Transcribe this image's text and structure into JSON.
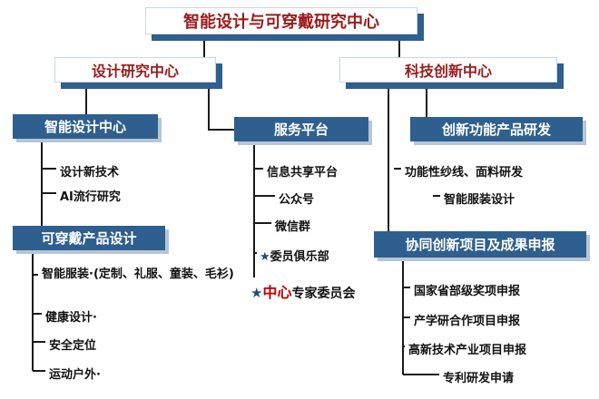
{
  "title": "智能设计与可穿戴研究中心",
  "colors": {
    "blue": "#2e5f8e",
    "dark_red": "#9a1c1c",
    "highlight_red": "#c00000",
    "line": "#1a1a1a"
  },
  "left_branch": {
    "title": "设计研究中心",
    "groups": [
      {
        "title": "智能设计中心",
        "items": [
          "设计新技术",
          "AI流行研究"
        ]
      },
      {
        "title": "可穿戴产品设计",
        "items": [
          "智能服装·(定制、礼服、童装、毛衫)",
          "健康设计·",
          "安全定位",
          "运动户外·"
        ]
      }
    ]
  },
  "middle_branch": {
    "title": "服务平台",
    "items": [
      "信息共享平台",
      "公众号",
      "微信群"
    ],
    "starred": {
      "star": "★",
      "label": "委员俱乐部"
    },
    "expert": {
      "star": "★",
      "highlight": "中心",
      "label": "专家委员会"
    }
  },
  "right_branch": {
    "title": "科技创新中心",
    "groups": [
      {
        "title": "创新功能产品研发",
        "items": [
          "功能性纱线、面料研发",
          "智能服装设计"
        ]
      },
      {
        "title": "协同创新项目及成果申报",
        "items": [
          "国家省部级奖项申报",
          "产学研合作项目申报",
          "高新技术产业项目申报",
          "专利研发申请"
        ]
      }
    ]
  }
}
